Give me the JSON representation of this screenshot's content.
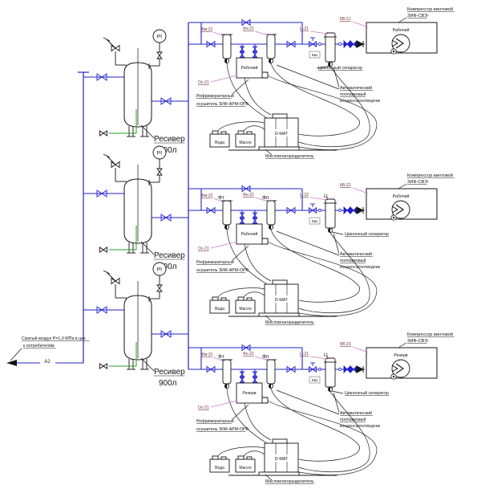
{
  "colors": {
    "pipe": "#2121cc",
    "equipment": "#141414",
    "condensate": "#222222",
    "leader": "#cc7acc",
    "callout_text": "#6b3030",
    "drain_line": "#22a022"
  },
  "source_note": {
    "line1": "Сжатый воздух Р=1,0 МПа в цех",
    "line2": "к потребителям",
    "pipe_tag": "А2"
  },
  "receivers": [
    {
      "label": "Ресивер",
      "volume": "900л",
      "gauge_label": "PI"
    },
    {
      "label": "Ресивер",
      "volume": "900л",
      "gauge_label": "PI"
    },
    {
      "label": "Ресивер",
      "volume": "900л",
      "gauge_label": "PI"
    }
  ],
  "rows": [
    {
      "compressor_title_line1": "Компрессор винтовой",
      "compressor_title_line2": "ЗИФ-СВЭ-",
      "compressor_tag": "КВ-21",
      "compressor_duty": "Рабочий",
      "cyclone_tag": "Ц-21",
      "cyclone_letter": "",
      "cyclone_label": "Циклонный сепаратор",
      "ball_valve_tag": "КШ",
      "filter1_tag": "Фм-21",
      "filter1_letter": "",
      "filter2_tag": "Фн-21",
      "filter2_letter": "",
      "dryer_duty": "Рабочий",
      "dryer_tag": "Ос-21",
      "dryer_label_line1": "Рефрижераторный",
      "dryer_label_line2": "осушитель ЗИФ-АРМ-ОРВ",
      "drain_label_line1": "Автоматический",
      "drain_label_line2": "поплавковый",
      "drain_label_line3": "конденсатоотводчик",
      "separator_unit": "D-MAT",
      "water": "Вода",
      "oil": "Масло",
      "separator_label": "Масловлагоразделитель"
    },
    {
      "compressor_title_line1": "Компрессор винтовой",
      "compressor_title_line2": "ЗИФ-СВЭ-",
      "compressor_tag": "КВ-22",
      "compressor_duty": "Рабочий",
      "cyclone_tag": "Ц-22",
      "cyclone_letter": "Ц",
      "cyclone_label": "Циклонный сепаратор",
      "ball_valve_tag": "КШ",
      "filter1_tag": "Фм-22",
      "filter1_letter": "Фт",
      "filter2_tag": "Фн-22",
      "filter2_letter": "Фп",
      "dryer_duty": "Рабочий",
      "dryer_tag": "Ос-21",
      "dryer_label_line1": "Рефрижераторный",
      "dryer_label_line2": "осушитель ЗИФ-АРМ-ОРВ",
      "drain_label_line1": "Автоматический",
      "drain_label_line2": "поплавковый",
      "drain_label_line3": "конденсатоотводчик",
      "separator_unit": "D-MAT",
      "water": "Вода",
      "oil": "Масло",
      "separator_label": "Масловлагоразделитель"
    },
    {
      "compressor_title_line1": "Компрессор винтовой",
      "compressor_title_line2": "ЗИФ-СВЭ-",
      "compressor_tag": "КВ-23",
      "compressor_duty": "Резерв",
      "cyclone_tag": "Ц-21",
      "cyclone_letter": "Ц",
      "cyclone_label": "Циклонный сепаратор",
      "ball_valve_tag": "КШ",
      "filter1_tag": "Фм-21",
      "filter1_letter": "Фт",
      "filter2_tag": "Фн-21",
      "filter2_letter": "Фп",
      "dryer_duty": "Резерв",
      "dryer_tag": "Ос-21",
      "dryer_label_line1": "Рефрижераторный",
      "dryer_label_line2": "осушитель ЗИФ-АРМ-ОРВ",
      "drain_label_line1": "Автоматический",
      "drain_label_line2": "поплавковый",
      "drain_label_line3": "конденсатоотводчик",
      "separator_unit": "D-MAT",
      "water": "Вода",
      "oil": "Масло",
      "separator_label": "Масловлагоразделитель"
    }
  ]
}
